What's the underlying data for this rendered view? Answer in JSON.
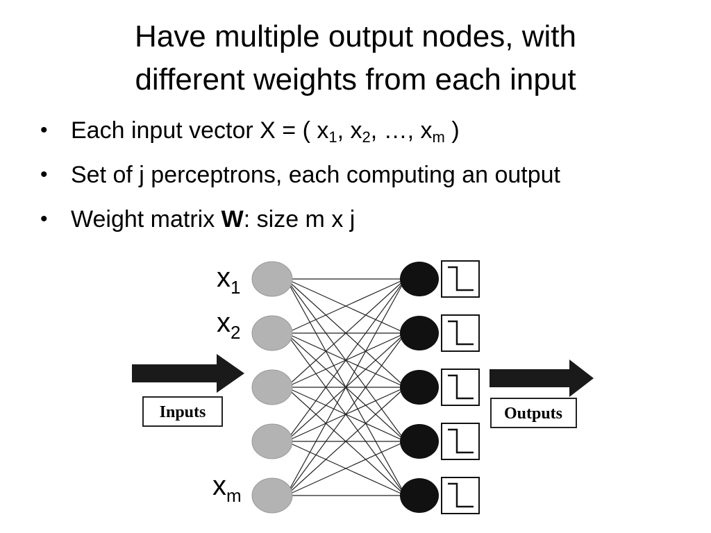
{
  "slide": {
    "title_line1": "Have multiple output nodes, with",
    "title_line2": "different weights from each input"
  },
  "bullets": [
    {
      "pre": "Each input vector X = ( x",
      "s1": "1",
      "mid1": ", x",
      "s2": "2",
      "mid2": ", …, x",
      "s3": "m",
      "post": " )"
    },
    {
      "text": "Set of j perceptrons, each computing an output"
    },
    {
      "pre": "Weight matrix ",
      "bold": "W",
      "post": ": size m x j"
    }
  ],
  "diagram": {
    "input_labels": [
      {
        "base": "x",
        "sub": "1"
      },
      {
        "base": "x",
        "sub": "2"
      },
      {
        "base": "x",
        "sub": "m"
      }
    ],
    "inputs_box": "Inputs",
    "outputs_box": "Outputs",
    "input_node_count": 5,
    "output_node_count": 5,
    "colors": {
      "input_node": "#b3b3b3",
      "output_node": "#111111",
      "arrow": "#1a1a1a",
      "connections": "#222222"
    }
  }
}
